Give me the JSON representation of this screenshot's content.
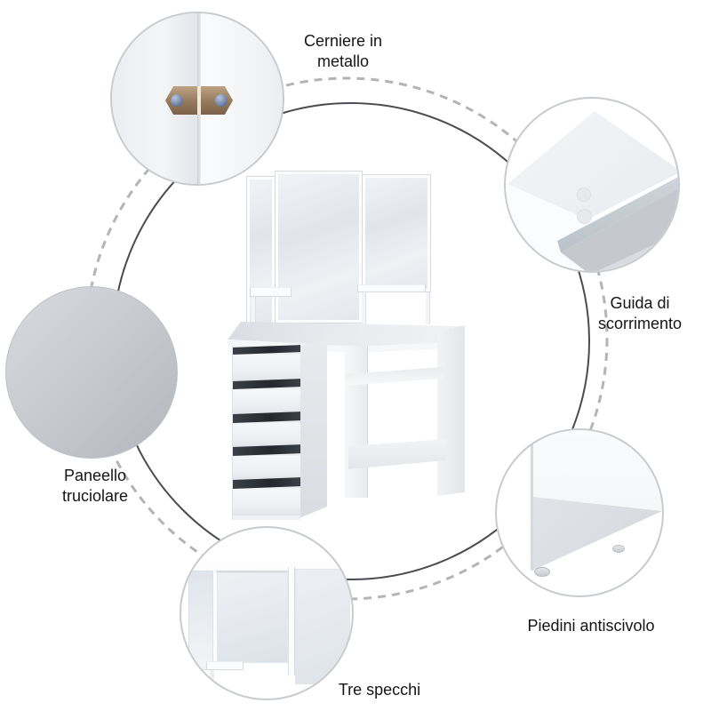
{
  "callouts": {
    "hinges": {
      "line1": "Cerniere in",
      "line2": "metallo"
    },
    "slide": {
      "line1": "Guida di",
      "line2": "scorrimento"
    },
    "panel": {
      "line1": "Paneello",
      "line2": "truciolare"
    },
    "feet": {
      "label": "Piedini antiscivolo"
    },
    "mirrors": {
      "label": "Tre specchi"
    }
  },
  "colors": {
    "ring_solid": "#4b4c50",
    "ring_dashed": "#b2b4b8",
    "circle_border": "#c7cace",
    "drawer_gap": "#24282d",
    "hinge_brass": "#96795a",
    "screw_blue": "#64779f",
    "panel_gray": "#c3c6cb"
  }
}
